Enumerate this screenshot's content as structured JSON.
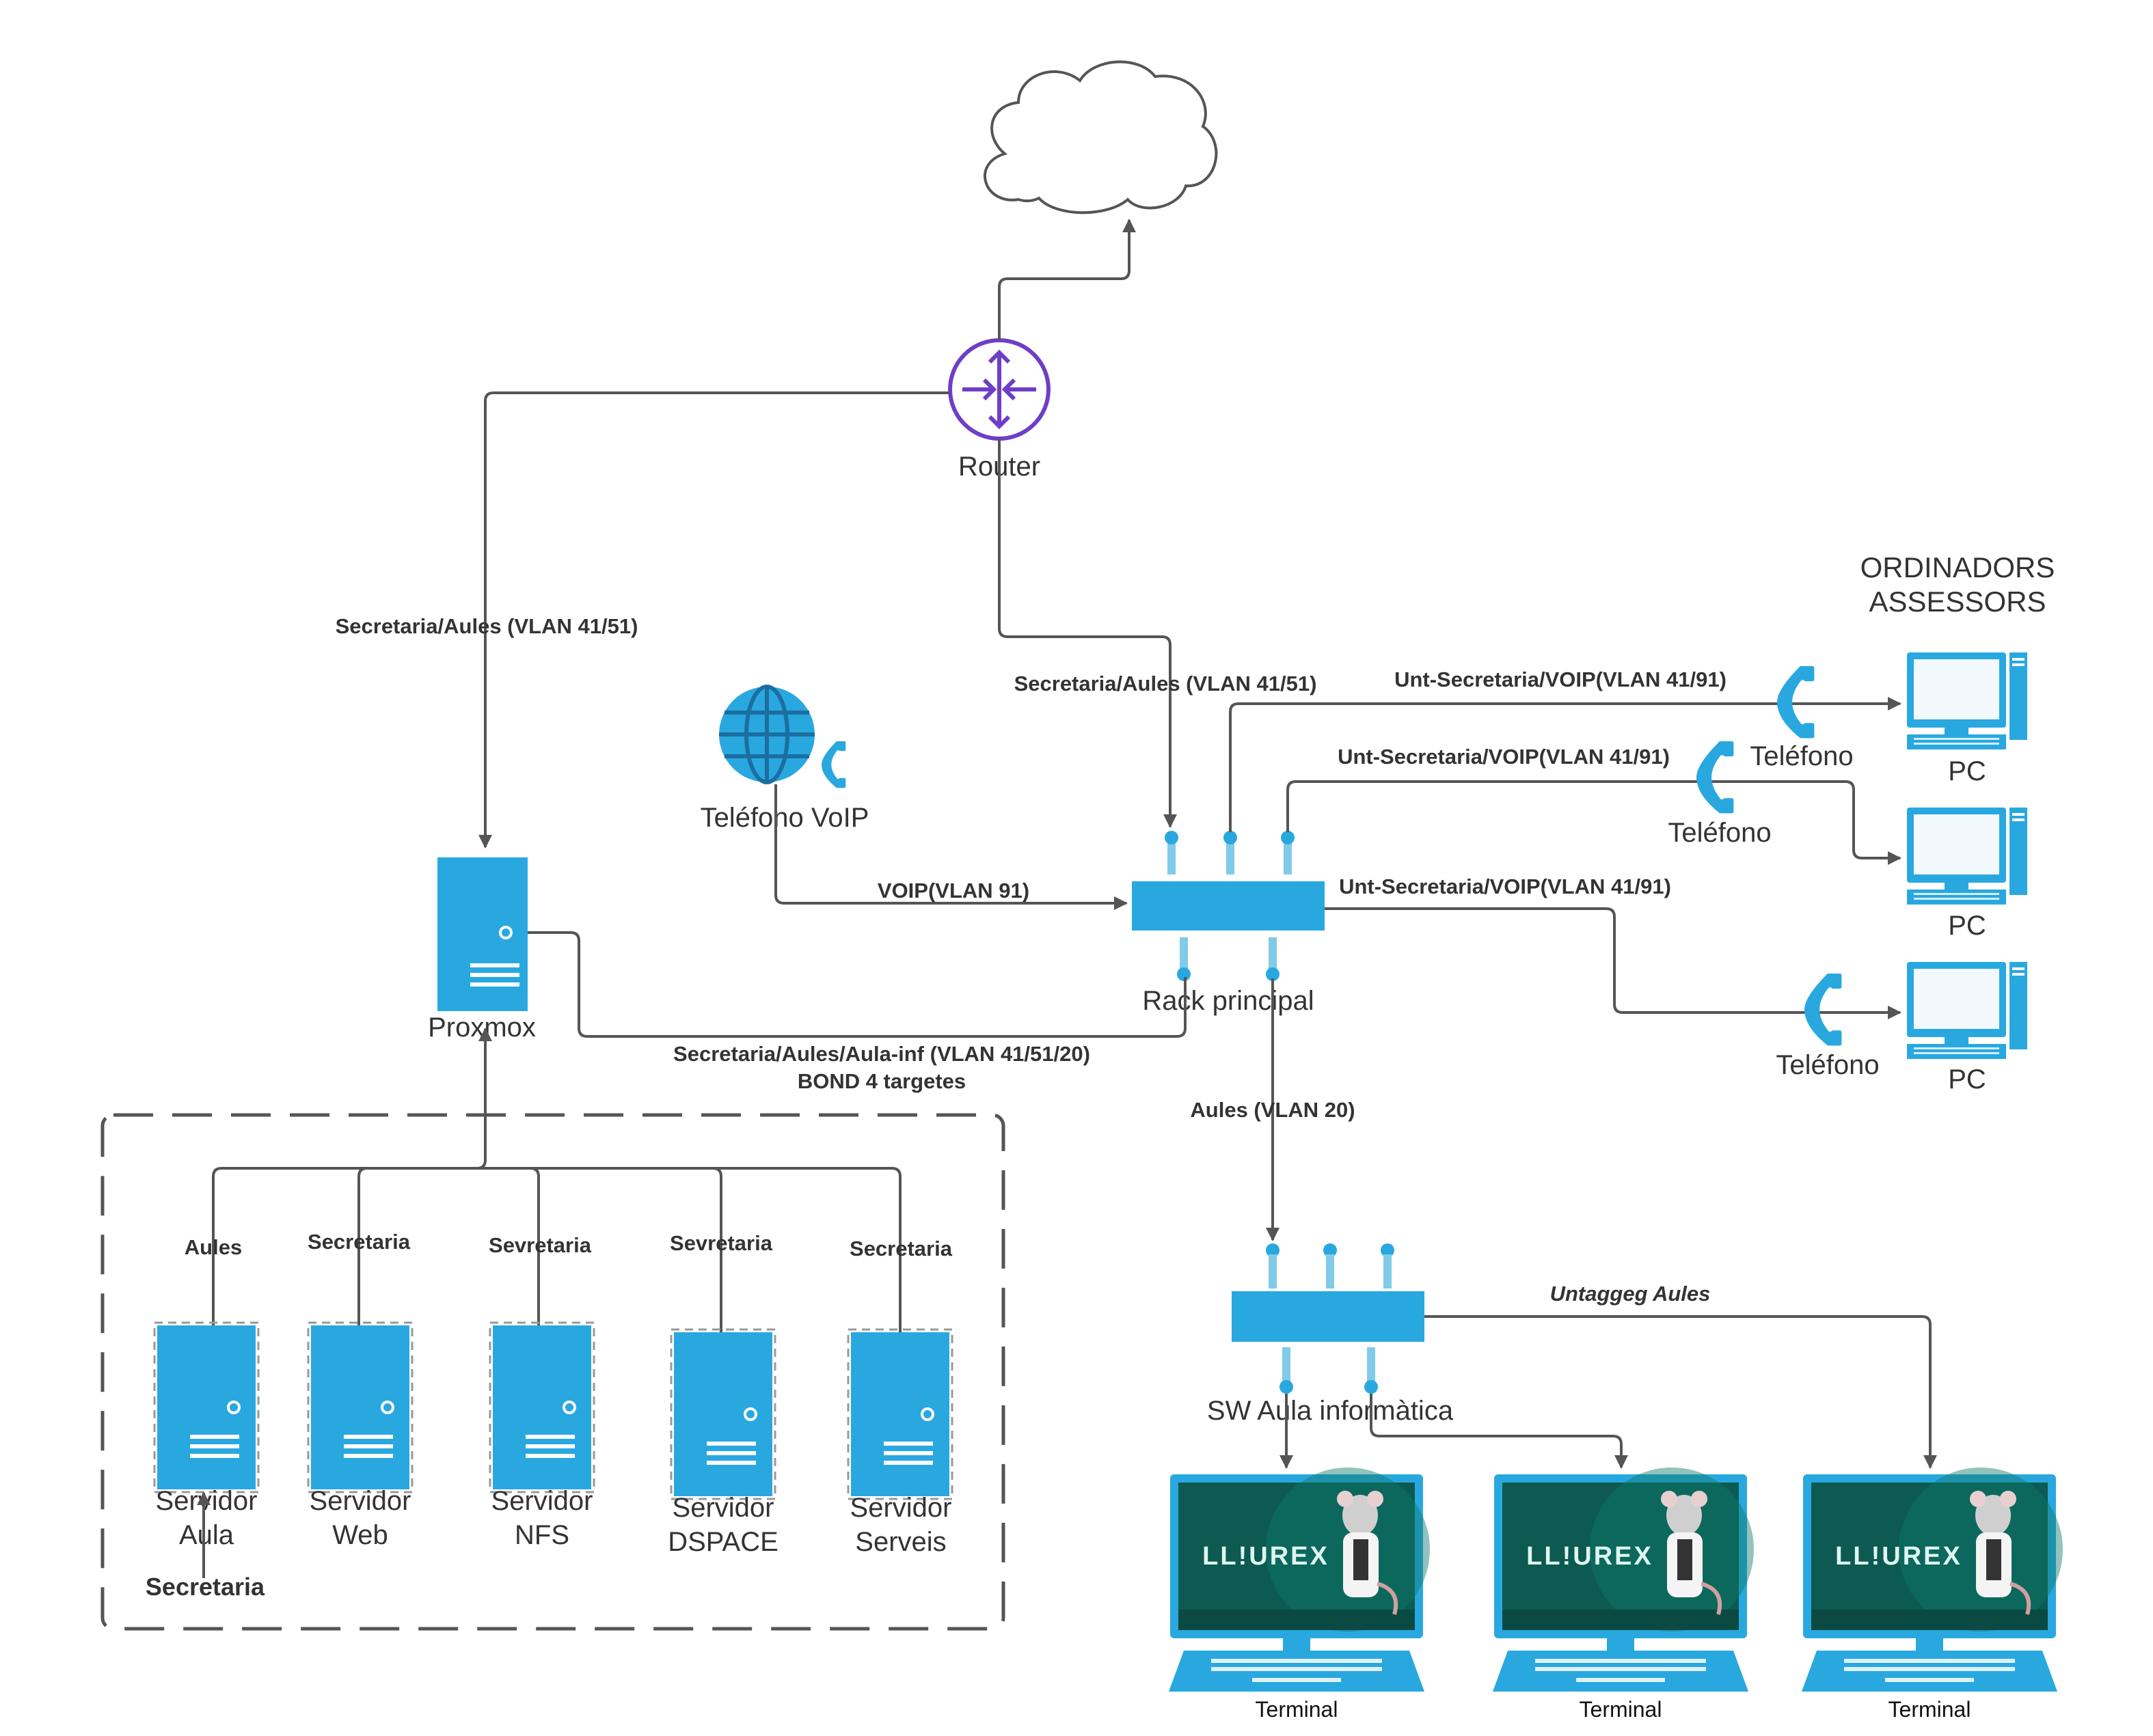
{
  "colors": {
    "device": "#29a8e0",
    "port": "#7fcbe8",
    "router": "#6f3ec6",
    "line": "#555555",
    "text": "#333333",
    "screen": "#0c5a52"
  },
  "nodes": {
    "router": "Router",
    "voip_phone": "Teléfono VoIP",
    "proxmox": "Proxmox",
    "rack": "Rack principal",
    "sw_aula": "SW Aula informàtica",
    "ordinadors_line1": "ORDINADORS",
    "ordinadors_line2": "ASSESSORS",
    "phone_label": "Teléfono",
    "pc_label": "PC",
    "terminal_label": "Terminal",
    "lliurex_logo": "LL!UREX",
    "servers": [
      {
        "line1": "Servidor",
        "line2": "Aula",
        "conn": "Aules"
      },
      {
        "line1": "Servidor",
        "line2": "Web",
        "conn": "Secretaria"
      },
      {
        "line1": "Servidor",
        "line2": "NFS",
        "conn": "Sevretaria"
      },
      {
        "line1": "Servidor",
        "line2": "DSPACE",
        "conn": "Sevretaria"
      },
      {
        "line1": "Servidor",
        "line2": "Serveis",
        "conn": "Secretaria"
      }
    ],
    "secretaria_bottom": "Secretaria"
  },
  "edges": {
    "router_proxmox": "Secretaria/Aules (VLAN 41/51)",
    "router_rack": "Secretaria/Aules (VLAN 41/51)",
    "pc1": "Unt-Secretaria/VOIP(VLAN 41/91)",
    "pc2": "Unt-Secretaria/VOIP(VLAN 41/91)",
    "pc3": "Unt-Secretaria/VOIP(VLAN 41/91)",
    "voip": "VOIP(VLAN 91)",
    "proxmox_rack_1": "Secretaria/Aules/Aula-inf (VLAN 41/51/20)",
    "proxmox_rack_2": "BOND 4 targetes",
    "rack_sw": "Aules (VLAN 20)",
    "untagged": "Untaggeg Aules"
  }
}
